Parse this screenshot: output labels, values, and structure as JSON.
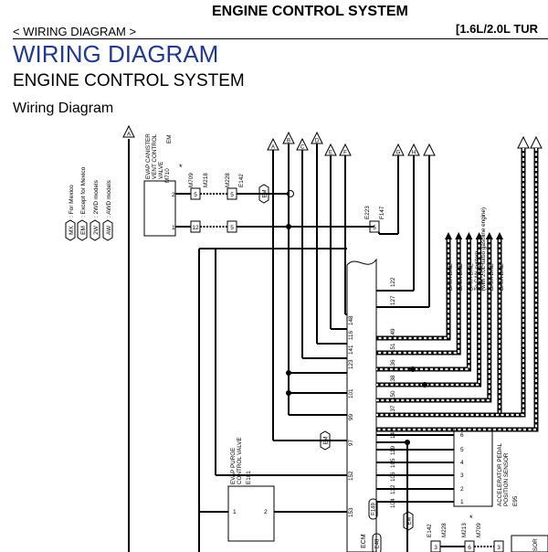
{
  "header": {
    "doc_title": "ENGINE CONTROL SYSTEM",
    "breadcrumb": "< WIRING DIAGRAM >",
    "variant": "[1.6L/2.0L TUR"
  },
  "page": {
    "title": "WIRING DIAGRAM",
    "section": "ENGINE CONTROL SYSTEM",
    "subtitle": "Wiring Diagram"
  },
  "legend": [
    {
      "code": "MX",
      "text": ": For Mexico"
    },
    {
      "code": "EM",
      "text": ": Except  for Mexico"
    },
    {
      "code": "2W",
      "text": ": 2WD models"
    },
    {
      "code": "AW",
      "text": ": AWD models"
    }
  ],
  "components": {
    "evap_vent": {
      "name_lines": [
        "EVAP CANISTER",
        "VENT CONTROL",
        "VALVE"
      ],
      "connector": "M710",
      "pin_top": "2",
      "pin_bottom": "1",
      "variant": "EM"
    },
    "evap_purge": {
      "name_lines": [
        "EVAP PURGE",
        "CONTROL VALVE"
      ],
      "connector": "E101",
      "pin_left": "1",
      "pin_right": "2"
    },
    "app_sensor": {
      "name_lines": [
        "ACCELERATOR PEDAL",
        "POSITION SENSOR"
      ],
      "connector": "E95",
      "pins": [
        "6",
        "5",
        "4",
        "3",
        "2",
        "1"
      ]
    },
    "ecm": {
      "name": "ECM",
      "connectors": [
        "E48",
        "F149"
      ],
      "pins_left": [
        "148",
        "116",
        "141",
        "123",
        "101",
        "99",
        "97",
        "152",
        "153"
      ],
      "pins_right": [
        "122",
        "127",
        "149",
        "151",
        "136",
        "138",
        "150",
        "137",
        "145",
        "119",
        "105",
        "106",
        "132",
        "104"
      ]
    }
  },
  "connectors": {
    "top_codes": [
      "M709",
      "M218",
      "M228",
      "E142"
    ],
    "top_pins": [
      "5",
      "5"
    ],
    "mid_pins": [
      "12",
      "5"
    ],
    "mid_dot_pin": "12",
    "mid_em": "EM",
    "mid_star": "*",
    "f_codes": [
      "E223",
      "F147"
    ],
    "f_pin": "5",
    "bottom_codes": [
      "E142",
      "M228",
      "M213",
      "M709"
    ],
    "bottom_pins": [
      "3",
      "6",
      "3"
    ],
    "bottom_em": "EM",
    "bottom_star": "*"
  },
  "arrows": [
    "A",
    "A",
    "B",
    "C",
    "D",
    "E",
    "F",
    "G",
    "H"
  ],
  "can": {
    "note_lines": [
      "To CAN system",
      "(with 2.0L turbo gasoline engine)"
    ],
    "data_line_label": "DATA LINE",
    "data_line_count": 6
  },
  "partial_right": "SOR"
}
